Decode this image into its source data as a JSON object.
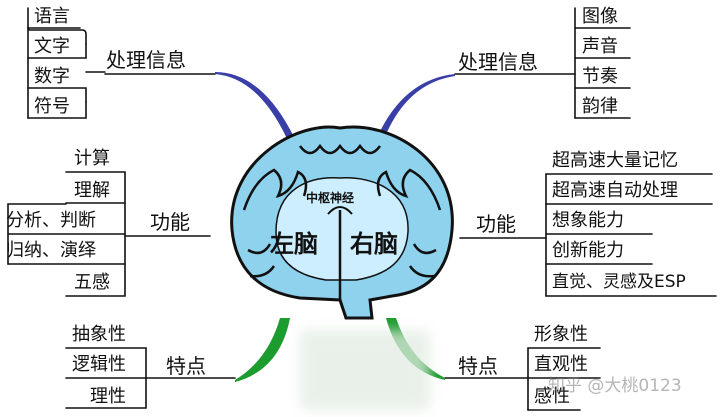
{
  "center": {
    "core_label": "中枢神经",
    "left_label": "左脑",
    "right_label": "右脑"
  },
  "left": {
    "info": {
      "label": "处理信息",
      "items": [
        "语言",
        "文字",
        "数字",
        "符号"
      ]
    },
    "function": {
      "label": "功能",
      "items": [
        "计算",
        "理解",
        "分析、判断",
        "归纳、演绎",
        "五感"
      ]
    },
    "traits": {
      "label": "特点",
      "items": [
        "抽象性",
        "逻辑性",
        "理性"
      ]
    }
  },
  "right": {
    "info": {
      "label": "处理信息",
      "items": [
        "图像",
        "声音",
        "节奏",
        "韵律"
      ]
    },
    "function": {
      "label": "功能",
      "items": [
        "超高速大量记忆",
        "超高速自动处理",
        "想象能力",
        "创新能力",
        "直觉、灵感及ESP"
      ]
    },
    "traits": {
      "label": "特点",
      "items": [
        "形象性",
        "直观性",
        "感性"
      ]
    }
  },
  "watermark": "知乎 @大桃0123",
  "colors": {
    "left_branch": "#1c9b2e",
    "right_branch": "#3a3fa8",
    "brain_fill": "#8fd2ee",
    "brain_core": "#cdeeff"
  }
}
